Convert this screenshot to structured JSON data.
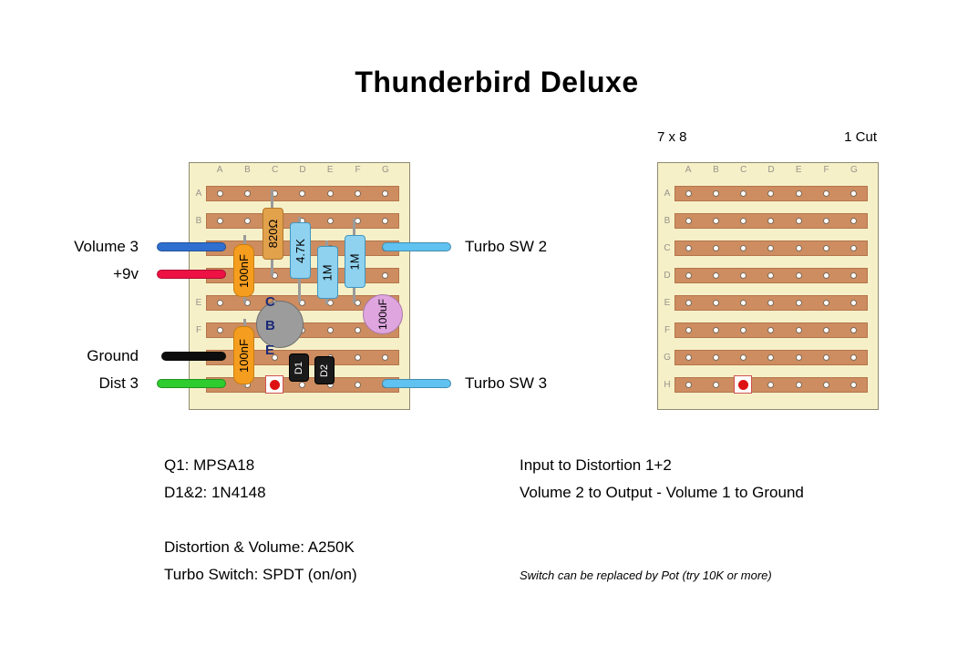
{
  "title": "Thunderbird Deluxe",
  "boards": {
    "columns": [
      "A",
      "B",
      "C",
      "D",
      "E",
      "F",
      "G"
    ],
    "rows": [
      "A",
      "B",
      "C",
      "D",
      "E",
      "F",
      "G",
      "H"
    ]
  },
  "right_board": {
    "size_label": "7 x 8",
    "cut_label": "1 Cut",
    "cut_position": "H-C"
  },
  "left_labels": {
    "volume3": "Volume 3",
    "plus9v": "+9v",
    "ground": "Ground",
    "dist3": "Dist 3"
  },
  "right_labels": {
    "turbo_sw2": "Turbo SW 2",
    "turbo_sw3": "Turbo SW 3"
  },
  "components": {
    "r820": "820Ω",
    "r4k7": "4.7K",
    "r1m_left": "1M",
    "r1m_right": "1M",
    "c100n_top": "100nF",
    "c100n_bottom": "100nF",
    "c100uF": "100uF",
    "q1_pin_c": "C",
    "q1_pin_b": "B",
    "q1_pin_e": "E",
    "d1": "D1",
    "d2": "D2"
  },
  "notes": {
    "q1": "Q1: MPSA18",
    "diodes": "D1&2: 1N4148",
    "pots": "Distortion & Volume: A250K",
    "switch": "Turbo Switch: SPDT (on/on)",
    "input": "Input to Distortion 1+2",
    "output": "Volume 2 to Output - Volume 1 to Ground",
    "italic": "Switch can be replaced by Pot (try 10K or more)"
  },
  "colors": {
    "wire_volume": "#2f6fd0",
    "wire_9v": "#ee1144",
    "wire_ground": "#0d0d0d",
    "wire_dist": "#2ecc2e",
    "wire_turbo": "#5fc2f0",
    "resistor_blue": "#8fd2ef",
    "resistor_tan": "#e2a24b",
    "cap_orange": "#f59d1e",
    "cap_electro": "#dfa5df",
    "transistor_gray": "#9c9c9c",
    "diode_black": "#1a1a1a",
    "strip_copper": "#cd8d60",
    "board_bg": "#f6f0c8",
    "cut_red": "#dd1111"
  }
}
